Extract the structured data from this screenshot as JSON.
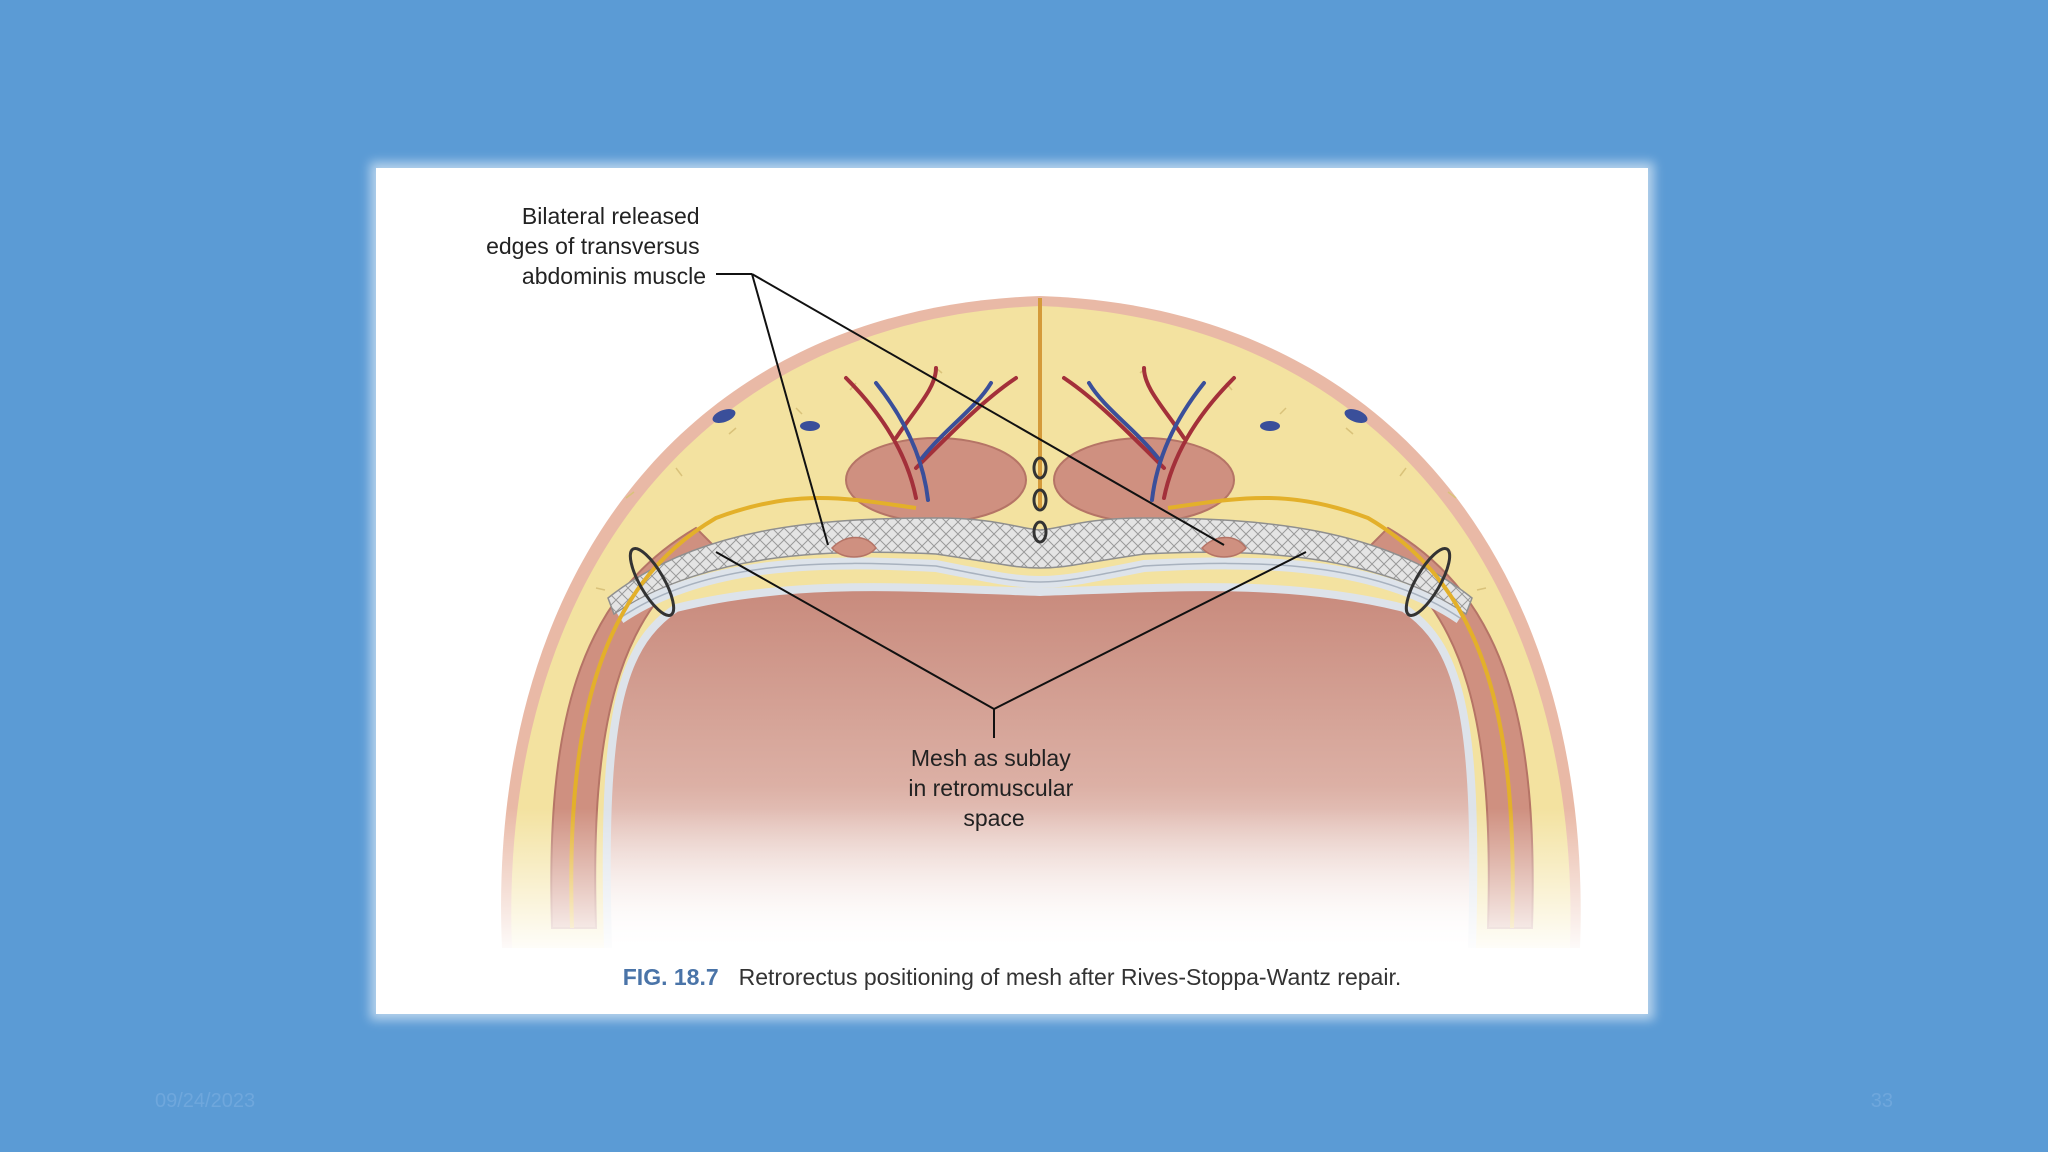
{
  "figure": {
    "label_tam": [
      "Bilateral released",
      "edges of transversus",
      "abdominis muscle"
    ],
    "label_mesh": [
      "Mesh as sublay",
      "in retromuscular",
      "space"
    ],
    "caption_number": "FIG. 18.7",
    "caption_text": "Retrorectus positioning of mesh after Rives-Stoppa-Wantz repair."
  },
  "footer": {
    "date": "09/24/2023",
    "page": "33"
  },
  "colors": {
    "background": "#5b9bd5",
    "fat": "#f3e2a0",
    "skin": "#e9b9a6",
    "muscle": "#cf9080",
    "fascia": "#dde3ea",
    "nerve": "#e3b02a",
    "artery": "#a3303a",
    "vein": "#3a4f9a",
    "caption_accent": "#4a74a8"
  }
}
